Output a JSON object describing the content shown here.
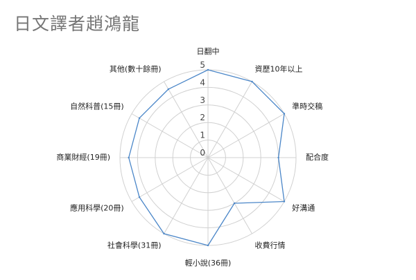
{
  "chart_data": {
    "type": "radar",
    "title": "日文譯者趙鴻龍",
    "categories": [
      "日翻中",
      "資歷10年以上",
      "準時交稿",
      "配合度",
      "好溝通",
      "收費行情",
      "輕小說(36冊)",
      "社會科學(31冊)",
      "應用科學(20冊)",
      "商業財經(19冊)",
      "自然科普(15冊)",
      "其他(數十餘冊)"
    ],
    "series": [
      {
        "values": [
          5,
          5,
          5,
          4,
          5,
          3,
          5,
          5,
          4.5,
          4.5,
          4.5,
          4.5
        ]
      }
    ],
    "rlim": [
      0,
      5
    ],
    "rticks": [
      0,
      1,
      2,
      3,
      4,
      5
    ],
    "grid": true,
    "legend": "none",
    "colors": {
      "series": "#4a86c8",
      "grid": "#d0d0d0",
      "title": "#757575"
    }
  }
}
